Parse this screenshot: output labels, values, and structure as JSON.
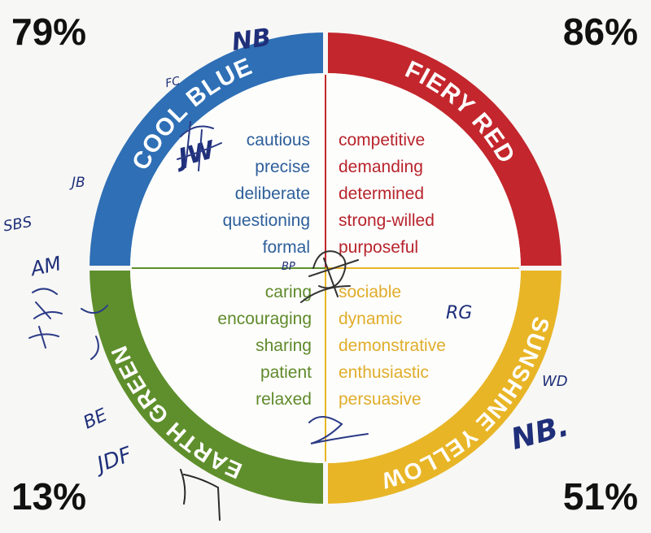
{
  "quadrants": {
    "blue": {
      "name": "COOL BLUE",
      "color": "#2e6fb5",
      "text_color": "#2d5f9a",
      "percent": "79%",
      "traits": [
        "cautious",
        "precise",
        "deliberate",
        "questioning",
        "formal"
      ]
    },
    "red": {
      "name": "FIERY RED",
      "color": "#c3262c",
      "text_color": "#b8242c",
      "percent": "86%",
      "traits": [
        "competitive",
        "demanding",
        "determined",
        "strong-willed",
        "purposeful"
      ]
    },
    "green": {
      "name": "EARTH GREEN",
      "color": "#5f8f2c",
      "text_color": "#5f8a2a",
      "percent": "13%",
      "traits": [
        "caring",
        "encouraging",
        "sharing",
        "patient",
        "relaxed"
      ]
    },
    "yellow": {
      "name": "SUNSHINE YELLOW",
      "color": "#e8b526",
      "text_color": "#e0ad2a",
      "percent": "51%",
      "traits": [
        "sociable",
        "dynamic",
        "demonstrative",
        "enthusiastic",
        "persuasive"
      ]
    }
  },
  "ink_color": "#1f2f7a",
  "handwritten_initials": [
    "NB",
    "NB.",
    "RG",
    "JB",
    "SBS",
    "AM",
    "JDF",
    "BE",
    "WD",
    "FC",
    "BP",
    "JW"
  ]
}
